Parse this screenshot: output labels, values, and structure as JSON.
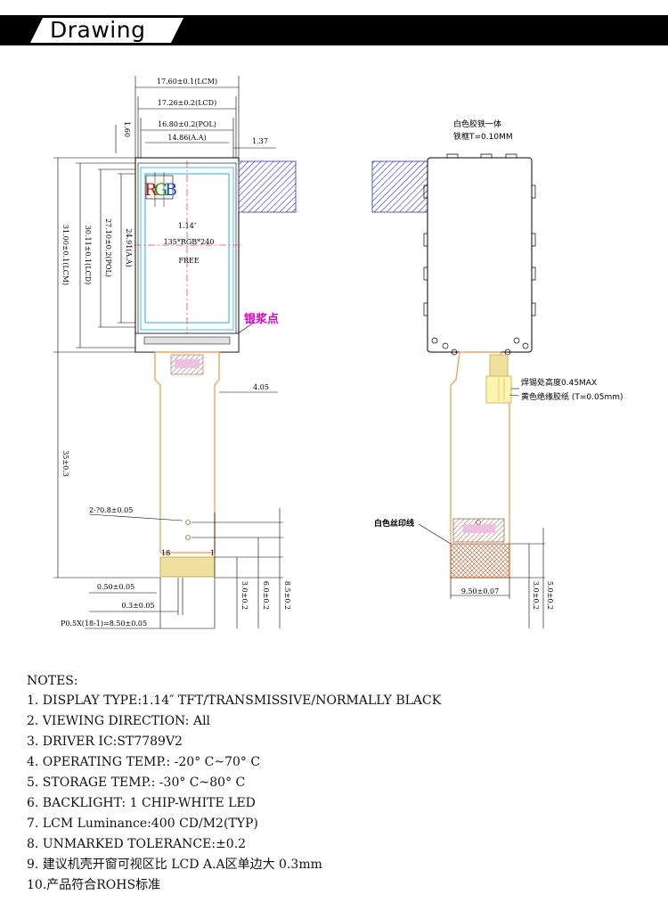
{
  "header": {
    "title": "Drawing"
  },
  "front_view": {
    "dimensions": {
      "lcm_width": "17.60±0.1(LCM)",
      "lcd_width": "17.26±0.2(LCD)",
      "pol_width": "16.80±0.2(POL)",
      "aa_width": "14.86(A.A)",
      "left_offset": "1.60",
      "right_offset": "1.37",
      "lcm_height": "31.00±0.1(LCM)",
      "lcd_height": "30.11±0.1(LCD)",
      "pol_height": "27.10±0.2(POL)",
      "aa_height": "24.91(A.A)",
      "fpc_offset": "4.05",
      "fpc_length": "35±0.3",
      "hole_spec": "2-?0.8±0.05",
      "pin_width": "0.50±0.05",
      "pin_gap": "0.3±0.05",
      "pitch": "P0.5X(18-1)=8.50±0.05",
      "dim_3": "3.0±0.2",
      "dim_6": "6.0±0.2",
      "dim_85": "8.5±0.2"
    },
    "labels": {
      "rgb_r": "R",
      "rgb_g": "G",
      "rgb_b": "B",
      "size": "1.14″",
      "resolution": "135*RGB*240",
      "free": "FREE",
      "silver_paste": "银浆点",
      "pin_first": "18",
      "pin_last": "1"
    }
  },
  "back_view": {
    "labels": {
      "frame_note_1": "白色胶铁一体",
      "frame_note_2": "铁框T=0.10MM",
      "solder_note": "焊锡处高度0.45MAX",
      "tape_note": "黄色绝缘胶纸 (T=0.05mm)",
      "silkscreen_note": "白色丝印线"
    },
    "dimensions": {
      "stiffener_width": "9.50±0.07",
      "dim_3": "3.0±0.2",
      "dim_5": "5.0±0.2"
    }
  },
  "notes": {
    "title": "NOTES:",
    "items": [
      "1. DISPLAY TYPE:1.14″ TFT/TRANSMISSIVE/NORMALLY BLACK",
      "2. VIEWING DIRECTION: All",
      "3. DRIVER IC:ST7789V2",
      "4. OPERATING TEMP.:   -20° C~70° C",
      "5. STORAGE TEMP.:   -30° C~80° C",
      "6. BACKLIGHT: 1 CHIP-WHITE LED",
      "7. LCM Luminance:400 CD/M2(TYP)",
      "8.  UNMARKED TOLERANCE:±0.2",
      "9.  建议机壳开窗可视区比 LCD A.A区单边大 0.3mm",
      "10.产品符合ROHS标准"
    ]
  },
  "colors": {
    "header": "#000000",
    "fpc": "#f4a460",
    "cyan_outline": "#40c0e0",
    "hatch": "#3030c0",
    "magenta": "#e000c0",
    "red_center": "#ff4040",
    "stiffener": "#f0e0a0"
  }
}
